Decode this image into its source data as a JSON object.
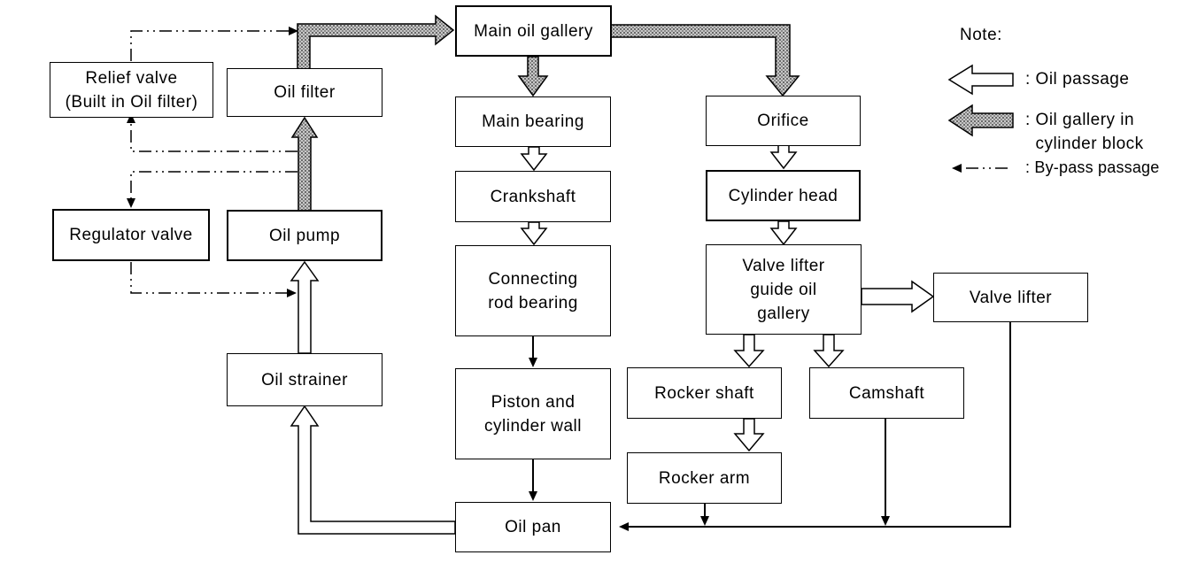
{
  "boxes": {
    "main_oil_gallery": "Main oil gallery",
    "relief_valve": "Relief valve\n(Built in Oil filter)",
    "oil_filter": "Oil filter",
    "regulator_valve": "Regulator valve",
    "oil_pump": "Oil pump",
    "oil_strainer": "Oil strainer",
    "main_bearing": "Main bearing",
    "crankshaft": "Crankshaft",
    "connecting_rod_bearing": "Connecting\nrod bearing",
    "piston_cylinder_wall": "Piston and\ncylinder wall",
    "oil_pan": "Oil pan",
    "orifice": "Orifice",
    "cylinder_head": "Cylinder head",
    "valve_lifter_guide": "Valve lifter\nguide oil\ngallery",
    "valve_lifter": "Valve lifter",
    "rocker_shaft": "Rocker shaft",
    "camshaft": "Camshaft",
    "rocker_arm": "Rocker arm"
  },
  "legend": {
    "title": "Note:",
    "oil_passage": ": Oil passage",
    "oil_gallery": ": Oil gallery in\n  cylinder block",
    "bypass": ": By-pass passage"
  }
}
